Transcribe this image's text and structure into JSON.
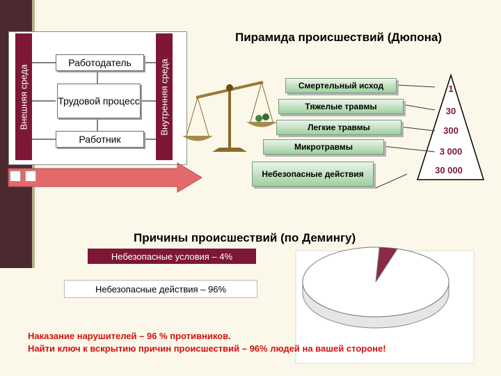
{
  "dupont_title": "Пирамида происшествий (Дюпона)",
  "external_env": "Внешняя среда",
  "internal_env": "Внутренняя среда",
  "employer": "Работодатель",
  "labor_process": "Трудовой процесс",
  "worker": "Работник",
  "pyramid_levels": [
    {
      "label": "Смертельный исход",
      "count": "1"
    },
    {
      "label": "Тяжелые травмы",
      "count": "30"
    },
    {
      "label": "Легкие травмы",
      "count": "300"
    },
    {
      "label": "Микротравмы",
      "count": "3 000"
    },
    {
      "label": "Небезопасные действия",
      "count": "30 000"
    }
  ],
  "deming_title": "Причины происшествий (по Демингу)",
  "unsafe_conditions": "Небезопасные условия – 4%",
  "unsafe_actions": "Небезопасные действия – 96%",
  "note_line1": "Наказание нарушителей – 96 % противников.",
  "note_line2": "Найти ключ к вскрытию причин происшествий – 96% людей на вашей стороне!",
  "colors": {
    "accent": "#7d1735",
    "green": "#9fd09f",
    "alert": "#d41010",
    "arrow": "#e36a6a"
  },
  "chart_data": {
    "type": "pie",
    "categories": [
      "Небезопасные условия",
      "Небезопасные действия"
    ],
    "values": [
      4,
      96
    ]
  }
}
